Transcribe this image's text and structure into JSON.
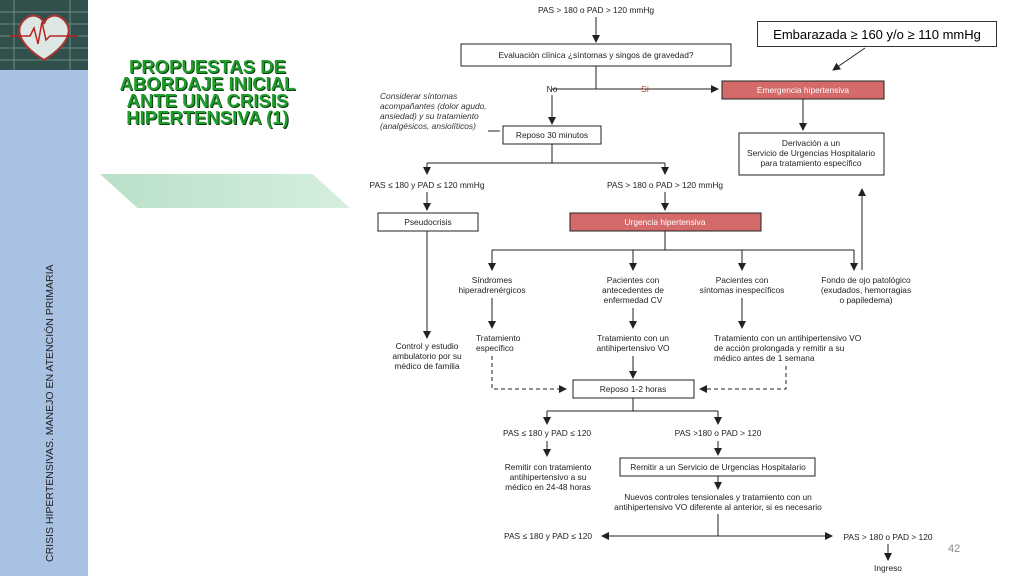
{
  "slide": {
    "title_lines": [
      "PROPUESTAS DE",
      "ABORDAJE INICIAL",
      "ANTE UNA CRISIS",
      "HIPERTENSIVA (1)"
    ],
    "side_text": "CRISIS HIPERTENSIVAS. MANEJO EN ATENCIÓN PRIMARIA",
    "page_number": "42",
    "callout": "Embarazada   ≥ 160  y/o  ≥ 110 mmHg"
  },
  "flow": {
    "start": "PAS > 180 o PAD > 120 mmHg",
    "eval": "Evaluación clínica ¿síntomas y singos de gravedad?",
    "no": "No",
    "si": "Sí",
    "consider": [
      "Considerar síntomas",
      "acompañantes (dolor agudo,",
      "ansiedad) y su tratamiento",
      "(analgésicos, ansiolíticos)"
    ],
    "emergency": "Emergencia hipertensiva",
    "derivation": [
      "Derivación a un",
      "Servicio de Urgencias Hospitalario",
      "para tratamiento específico"
    ],
    "rest30": "Reposo 30 minutos",
    "low_branch": "PAS ≤ 180 y PAD ≤ 120 mmHg",
    "high_branch": "PAS > 180 o PAD > 120 mmHg",
    "pseudo": "Pseudocrisis",
    "urgency": "Urgencia hipertensiva",
    "sindromes": [
      "Síndromes",
      "hiperadrenérgicos"
    ],
    "cv": [
      "Pacientes con",
      "antecedentes de",
      "enfermedad CV"
    ],
    "inesp": [
      "Pacientes con",
      "síntomas inespecíficos"
    ],
    "fondo": [
      "Fondo de ojo patológico",
      "(exudados, hemorragias",
      "o papiledema)"
    ],
    "control": [
      "Control y estudio",
      "ambulatorio por su",
      "médico de familia"
    ],
    "trat_esp": [
      "Tratamiento",
      "específico"
    ],
    "trat_anti": [
      "Tratamiento con un",
      "antihipertensivo VO"
    ],
    "trat_prol": [
      "Tratamiento con un antihipertensivo VO",
      "de acción prolongada y remitir a su",
      "médico antes de 1 semana"
    ],
    "rest12": "Reposo 1-2 horas",
    "low2": "PAS ≤ 180 y PAD ≤ 120",
    "high2": "PAS >180 o PAD > 120",
    "remit_med": [
      "Remitir con tratamiento",
      "antihipertensivo a su",
      "médico en 24-48 horas"
    ],
    "remit_hosp": "Remitir a un Servicio de Urgencias Hospitalario",
    "nuevos": [
      "Nuevos controles tensionales y tratamiento con un",
      "antihipertensivo VO diferente al anterior, si es necesario"
    ],
    "low3": "PAS ≤ 180 y PAD ≤ 120",
    "high3": "PAS > 180 o PAD > 120",
    "ingreso": "Ingreso"
  }
}
